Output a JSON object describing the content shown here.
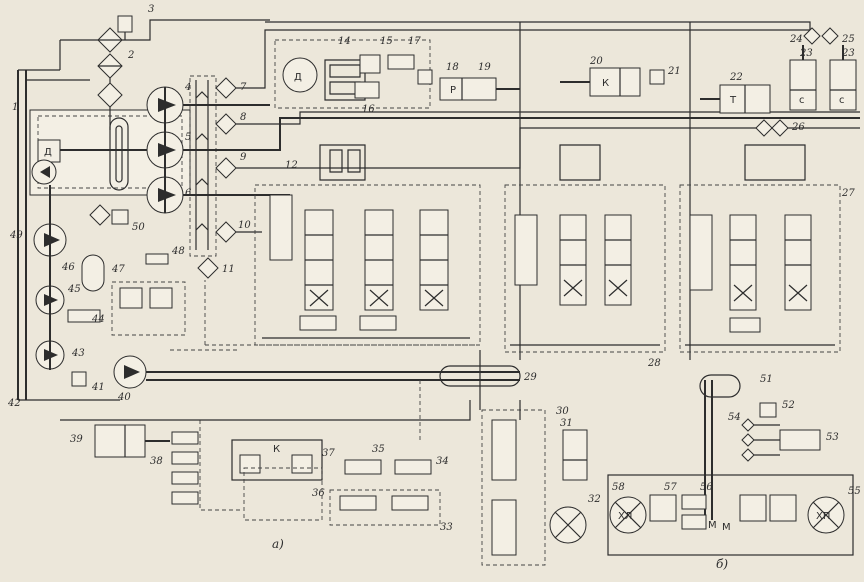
{
  "component_numbers": [
    "1",
    "2",
    "3",
    "4",
    "5",
    "6",
    "7",
    "8",
    "9",
    "10",
    "11",
    "12",
    "14",
    "15",
    "16",
    "17",
    "18",
    "19",
    "20",
    "21",
    "22",
    "23",
    "23",
    "24",
    "25",
    "26",
    "27",
    "28",
    "29",
    "30",
    "31",
    "32",
    "33",
    "34",
    "35",
    "36",
    "37",
    "38",
    "39",
    "40",
    "41",
    "42",
    "43",
    "44",
    "45",
    "46",
    "47",
    "48",
    "49",
    "50",
    "51",
    "52",
    "53",
    "54",
    "55",
    "56",
    "57",
    "58"
  ],
  "element_marks": {
    "motor_14": "Д",
    "motor_pump": "Д",
    "cyl_19": "Р",
    "cyl_20": "К",
    "cyl_22": "Т",
    "cyl_23a": "с",
    "cyl_23b": "с",
    "block_37": "К",
    "motor_58": "ХЛ",
    "motor_55": "ХП",
    "m_left": "М",
    "m_right": "М"
  },
  "subfigure_labels": {
    "a": "а)",
    "b": "б)"
  }
}
